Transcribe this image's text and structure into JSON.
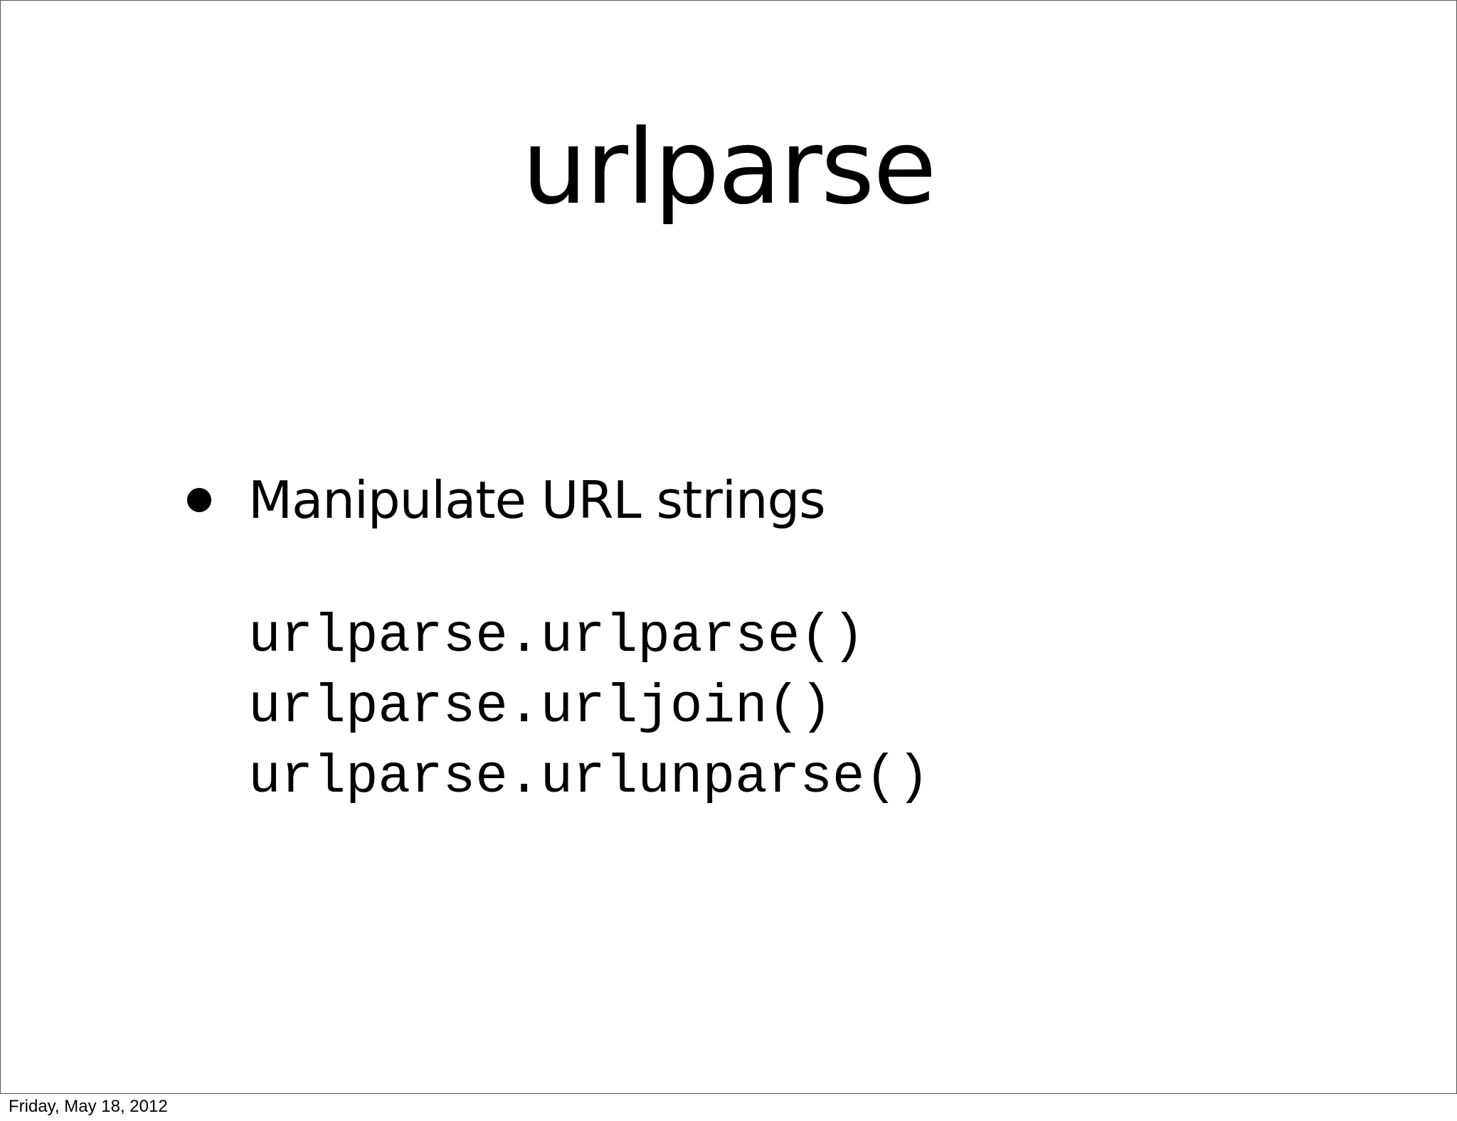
{
  "slide": {
    "title": "urlparse",
    "bullets": [
      {
        "text": "Manipulate URL strings"
      }
    ],
    "code_lines": [
      "urlparse.urlparse()",
      "urlparse.urljoin()",
      "urlparse.urlunparse()"
    ]
  },
  "footer": {
    "date": "Friday, May 18, 2012"
  },
  "colors": {
    "background": "#ffffff",
    "text": "#000000",
    "border": "#555555"
  }
}
